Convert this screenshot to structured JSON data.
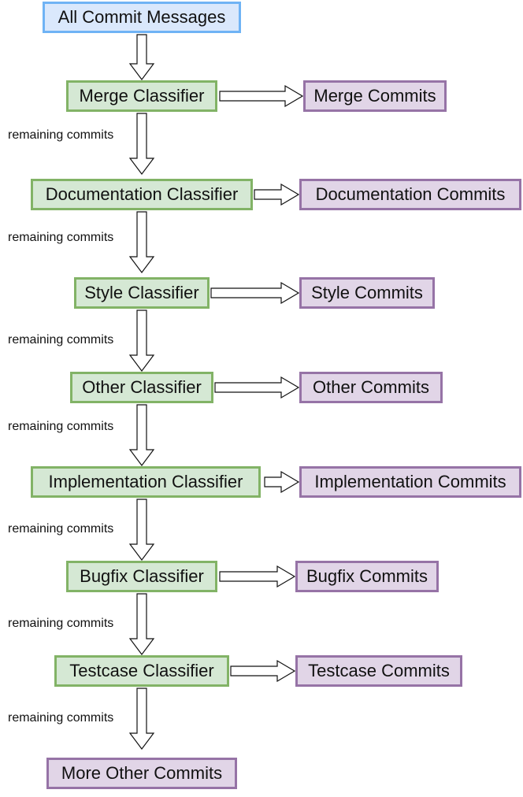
{
  "start": {
    "label": "All Commit Messages"
  },
  "stages": [
    {
      "classifier": "Merge Classifier",
      "output": "Merge Commits"
    },
    {
      "classifier": "Documentation Classifier",
      "output": "Documentation Commits"
    },
    {
      "classifier": "Style Classifier",
      "output": "Style Commits"
    },
    {
      "classifier": "Other Classifier",
      "output": "Other Commits"
    },
    {
      "classifier": "Implementation Classifier",
      "output": "Implementation Commits"
    },
    {
      "classifier": "Bugfix Classifier",
      "output": "Bugfix Commits"
    },
    {
      "classifier": "Testcase Classifier",
      "output": "Testcase Commits"
    }
  ],
  "edge_label": "remaining commits",
  "end": {
    "label": "More Other Commits"
  },
  "colors": {
    "start_fill": "#dae8fc",
    "start_border": "#6fb3f5",
    "classifier_fill": "#d5e8d4",
    "classifier_border": "#82b366",
    "output_fill": "#e1d5e7",
    "output_border": "#9673a6"
  }
}
